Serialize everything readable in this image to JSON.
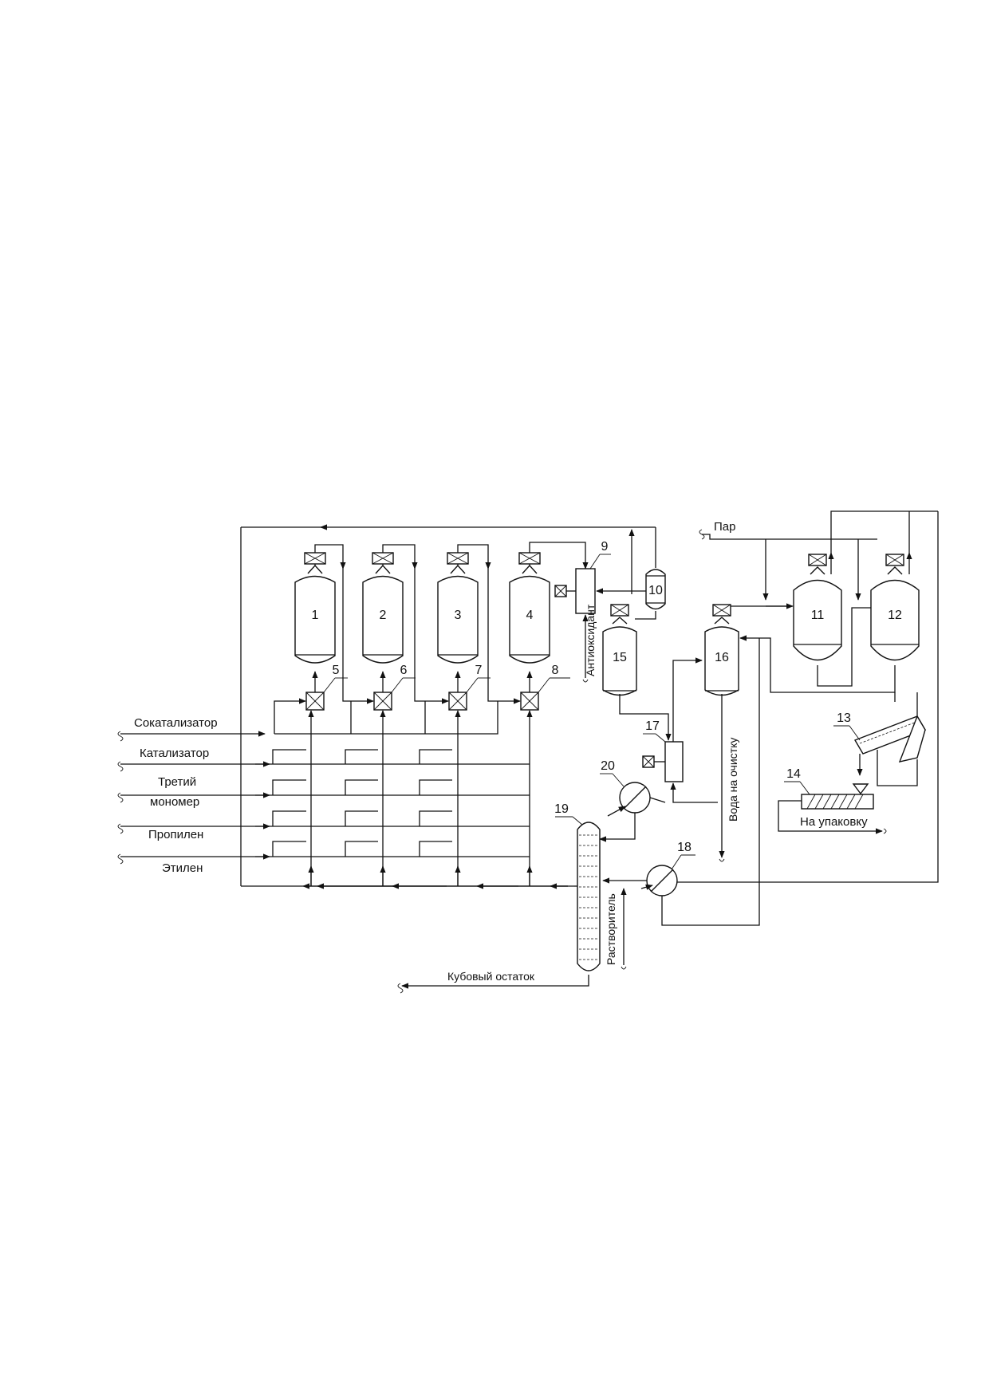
{
  "streams": {
    "cocatalyst": "Сокатализатор",
    "catalyst": "Катализатор",
    "third_monomer_1": "Третий",
    "third_monomer_2": "мономер",
    "propylene": "Пропилен",
    "ethylene": "Этилен",
    "steam": "Пар",
    "antioxidant": "Антиоксидант",
    "water_to_cleaning": "Вода на очистку",
    "to_packaging": "На упаковку",
    "solvent": "Растворитель",
    "bottoms": "Кубовый остаток"
  },
  "equipment": {
    "n1": "1",
    "n2": "2",
    "n3": "3",
    "n4": "4",
    "n5": "5",
    "n6": "6",
    "n7": "7",
    "n8": "8",
    "n9": "9",
    "n10": "10",
    "n11": "11",
    "n12": "12",
    "n13": "13",
    "n14": "14",
    "n15": "15",
    "n16": "16",
    "n17": "17",
    "n18": "18",
    "n19": "19",
    "n20": "20"
  }
}
